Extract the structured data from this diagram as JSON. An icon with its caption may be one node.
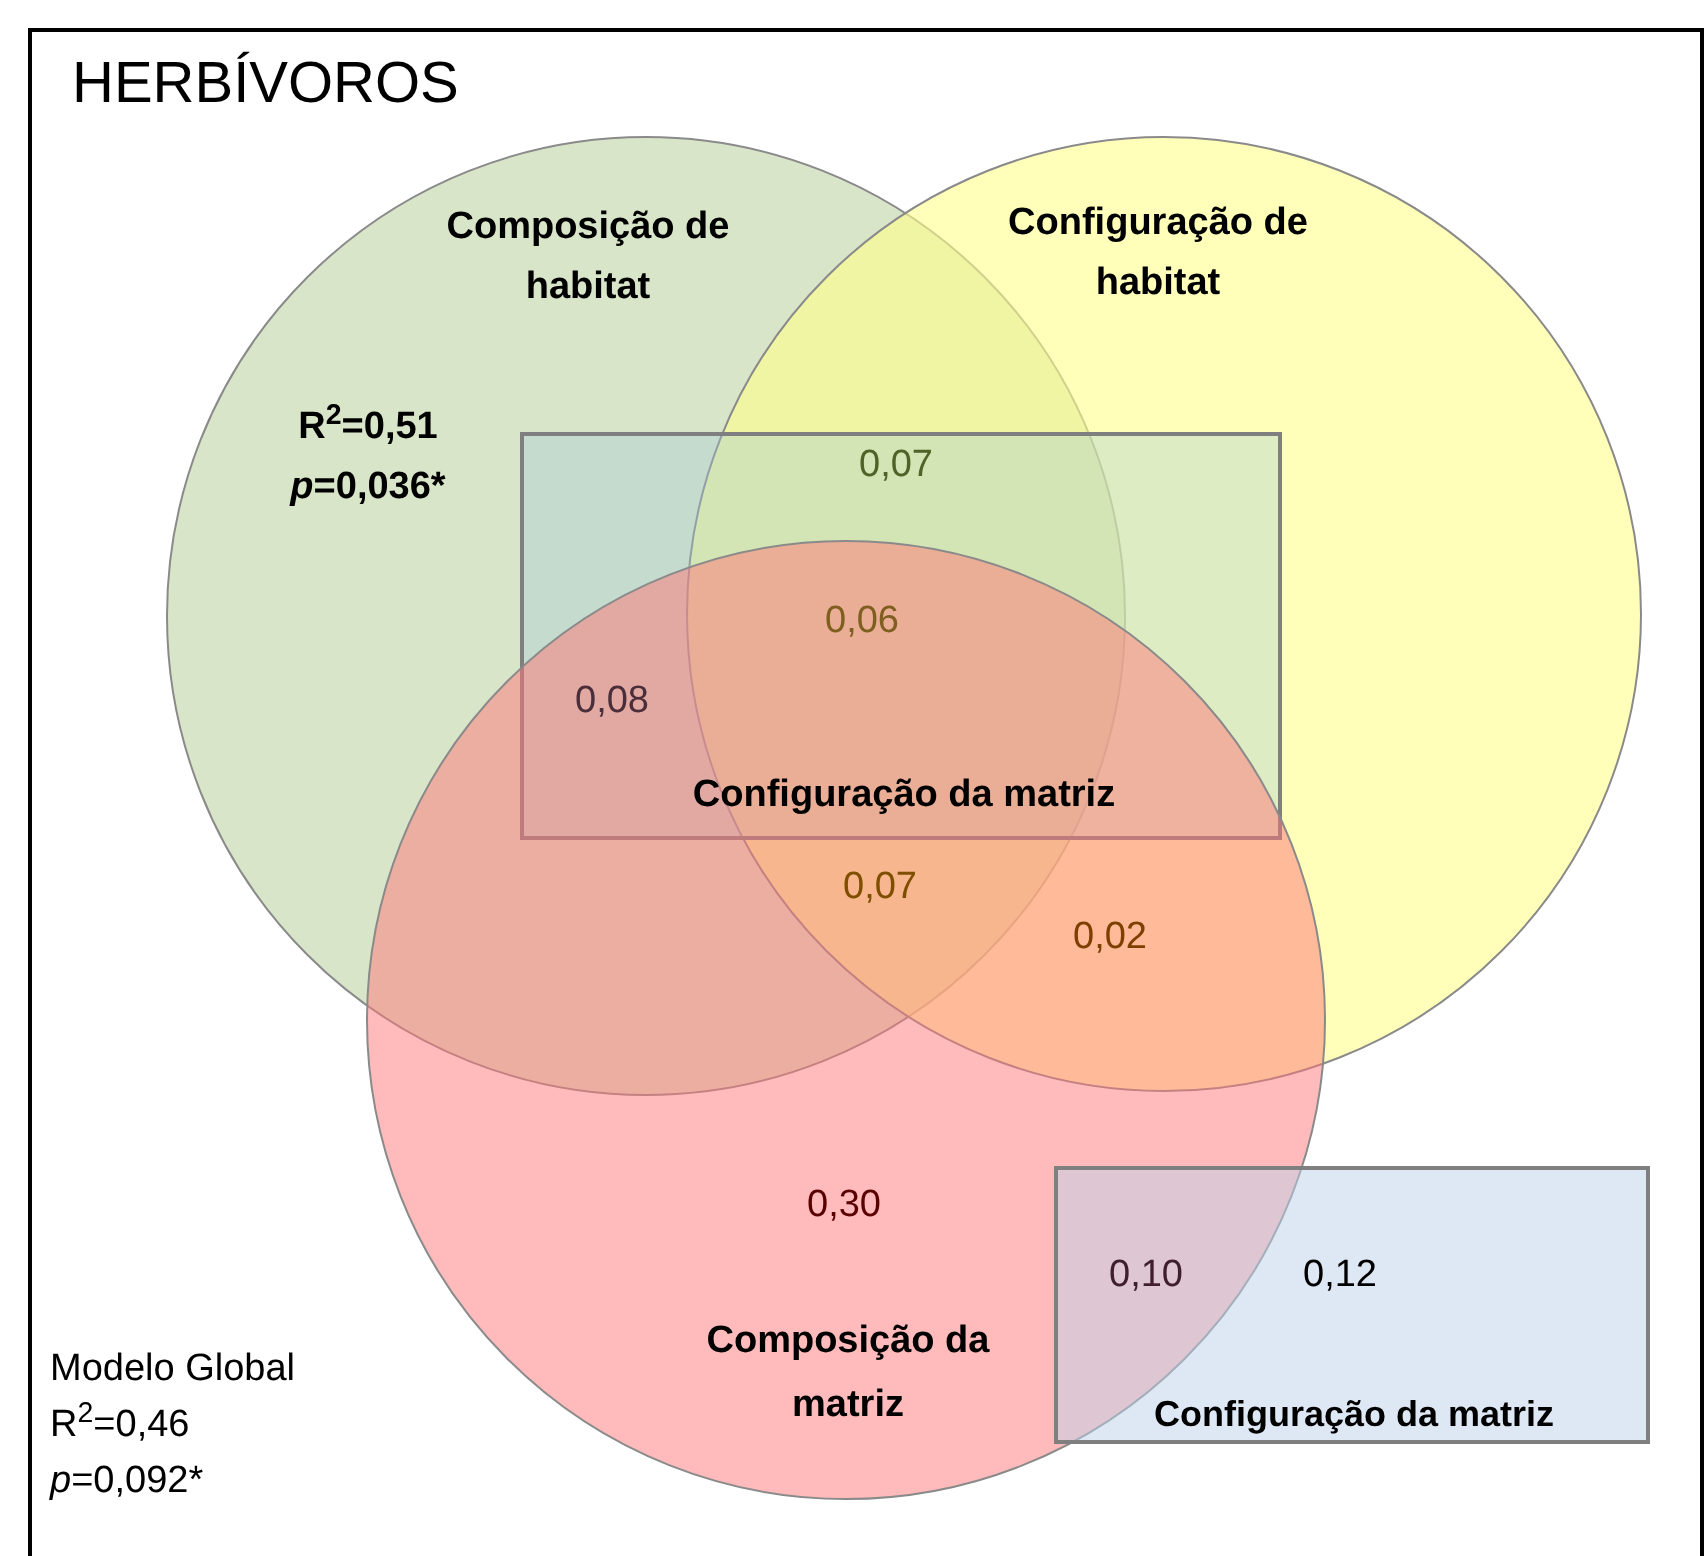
{
  "diagram": {
    "title": "HERBÍVOROS",
    "nodes": [
      {
        "text": [
          "Composição de habitat",
          "R$^{2}$=0,51",
          "*p*=0,036*"
        ]
      },
      {
        "text": [
          "Configuração de habitat"
        ]
      },
      {
        "text": [
          "Configuração da matriz"
        ]
      },
      {
        "text": [
          "Composição da matriz"
        ]
      },
      {
        "text": [
          "Configuração da matriz"
        ]
      }
    ],
    "labels": [
      "0,07",
      "0,06",
      "0,08",
      "0,07",
      "0,02",
      "0,30",
      "0,10",
      "0,12",
      "Modelo Global",
      "R$^{2}$=0,46",
      "*p*=0,092*"
    ]
  }
}
